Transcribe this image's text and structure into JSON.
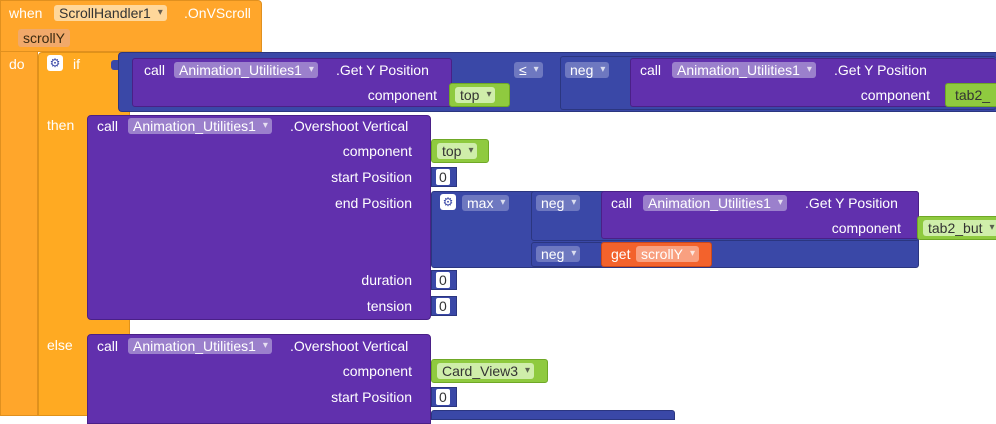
{
  "event": {
    "when": "when",
    "component": "ScrollHandler1",
    "event_name": ".OnVScroll",
    "param": "scrollY",
    "do": "do"
  },
  "if_block": {
    "if": "if",
    "then": "then",
    "else": "else"
  },
  "cond": {
    "left_call": {
      "call": "call",
      "component": "Animation_Utilities1",
      "method": ".Get Y Position",
      "arg_label": "component",
      "arg_value": "top"
    },
    "operator": "≤",
    "neg": "neg",
    "right_call": {
      "call": "call",
      "component": "Animation_Utilities1",
      "method": ".Get Y Position",
      "arg_label": "component",
      "arg_value": "tab2_"
    }
  },
  "then_call": {
    "call": "call",
    "component": "Animation_Utilities1",
    "method": ".Overshoot Vertical",
    "component_label": "component",
    "component_value": "top",
    "start_label": "start Position",
    "start_value": "0",
    "end_label": "end Position",
    "max": "max",
    "neg1": "neg",
    "inner_call": {
      "call": "call",
      "component": "Animation_Utilities1",
      "method": ".Get Y Position",
      "arg_label": "component",
      "arg_value": "tab2_but"
    },
    "neg2": "neg",
    "get": "get",
    "get_var": "scrollY",
    "duration_label": "duration",
    "duration_value": "0",
    "tension_label": "tension",
    "tension_value": "0"
  },
  "else_call": {
    "call": "call",
    "component": "Animation_Utilities1",
    "method": ".Overshoot Vertical",
    "component_label": "component",
    "component_value": "Card_View3",
    "start_label": "start Position",
    "start_value": "0"
  }
}
